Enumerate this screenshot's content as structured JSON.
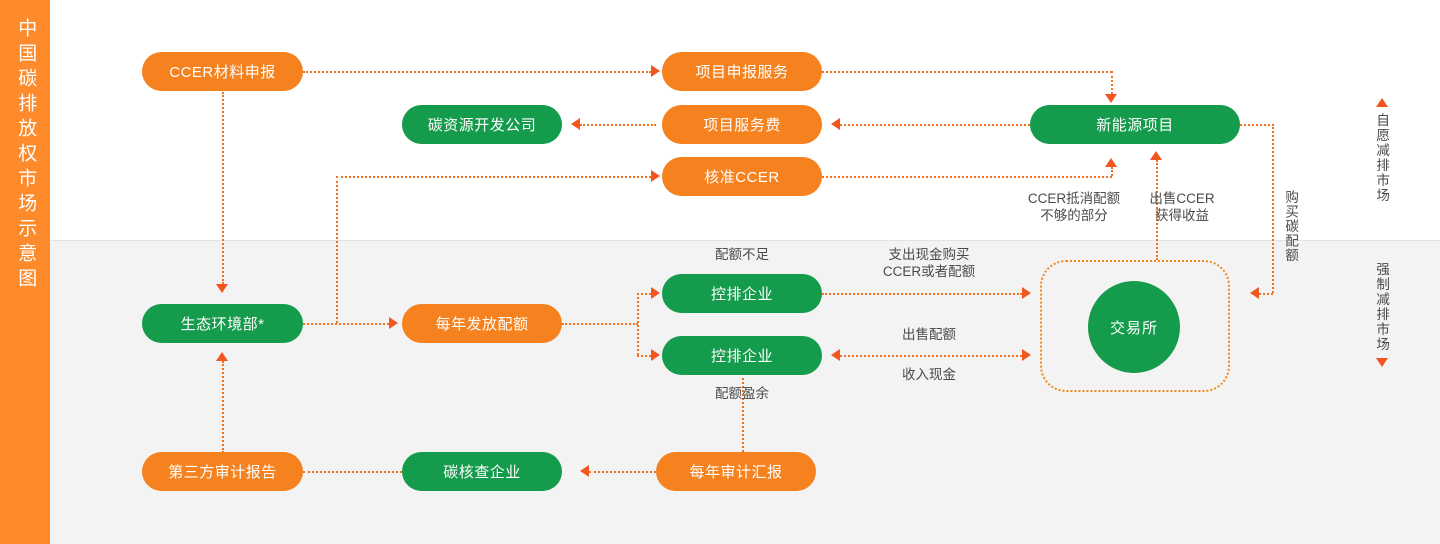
{
  "title_rail": {
    "text": "中国碳排放权市场示意图"
  },
  "colors": {
    "orange": "#F5821F",
    "orange_rail": "#FD8B2B",
    "green": "#159B4C",
    "connector": "#F1711F",
    "arrow": "#F1561F",
    "band_top": "#FFFFFF",
    "band_bottom": "#F3F3F3",
    "label_text": "#4A4A4A"
  },
  "markets": {
    "voluntary": {
      "label": "自愿减排市场",
      "arrow": "up-arrow"
    },
    "mandatory": {
      "label": "强制减排市场",
      "arrow": "down-arrow"
    }
  },
  "nodes": {
    "ccer_material": "CCER材料申报",
    "project_apply_service": "项目申报服务",
    "carbon_dev_company": "碳资源开发公司",
    "project_service_fee": "项目服务费",
    "approve_ccer": "核准CCER",
    "new_energy_project": "新能源项目",
    "mee": "生态环境部*",
    "annual_quota": "每年发放配额",
    "controlled_enterprise_1": "控排企业",
    "controlled_enterprise_2": "控排企业",
    "exchange": "交易所",
    "third_party_audit_report": "第三方审计报告",
    "carbon_verification_company": "碳核查企业",
    "annual_audit_report": "每年审计汇报"
  },
  "edge_labels": {
    "quota_shortage": "配额不足",
    "quota_surplus": "配额盈余",
    "ccer_offset": "CCER抵消配额\n不够的部分",
    "ccer_offset_l1": "CCER抵消配额",
    "ccer_offset_l2": "不够的部分",
    "sell_ccer_l1": "出售CCER",
    "sell_ccer_l2": "获得收益",
    "spend_cash_l1": "支出现金购买",
    "spend_cash_l2": "CCER或者配额",
    "sell_quota": "出售配额",
    "income_cash": "收入现金",
    "buy_carbon_quota": "购买碳配额"
  }
}
